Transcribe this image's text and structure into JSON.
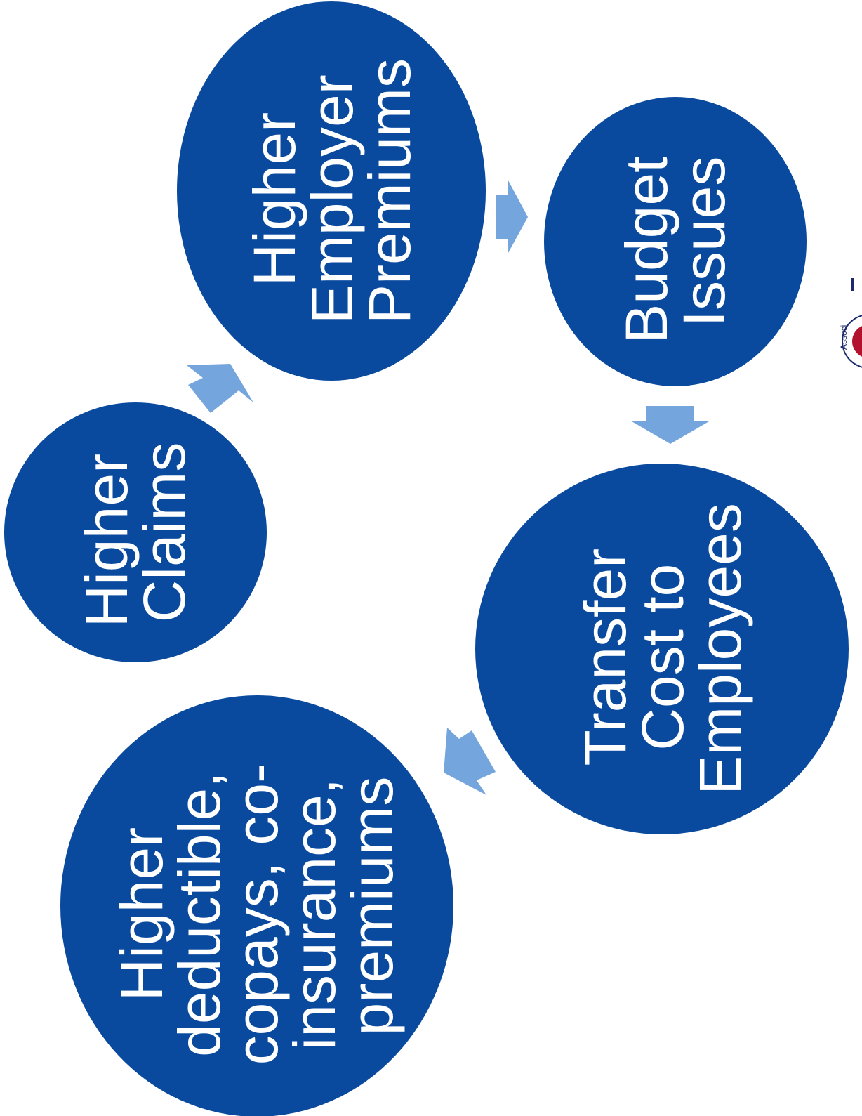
{
  "diagram": {
    "colors": {
      "bubble": "#0a4a9e",
      "arrow": "#74a6dd",
      "text": "#ffffff",
      "background": "#ffffff",
      "logo_accent": "#b3122e"
    },
    "nodes": [
      {
        "id": "higher-claims",
        "lines": [
          "Higher",
          "Claims"
        ]
      },
      {
        "id": "higher-employer-premiums",
        "lines": [
          "Higher",
          "Employer",
          "Premiums"
        ]
      },
      {
        "id": "budget-issues",
        "lines": [
          "Budget",
          "Issues"
        ]
      },
      {
        "id": "transfer-cost",
        "lines": [
          "Transfer",
          "Cost to",
          "Employees"
        ]
      },
      {
        "id": "higher-deductible",
        "lines": [
          "Higher",
          "deductible,",
          "copays, co-",
          "insurance,",
          "premiums"
        ]
      }
    ],
    "arrows": [
      {
        "from": "higher-claims",
        "to": "higher-employer-premiums"
      },
      {
        "from": "higher-employer-premiums",
        "to": "budget-issues"
      },
      {
        "from": "budget-issues",
        "to": "transfer-cost"
      },
      {
        "from": "transfer-cost",
        "to": "higher-deductible"
      }
    ],
    "logo_fragment": "Associ"
  }
}
